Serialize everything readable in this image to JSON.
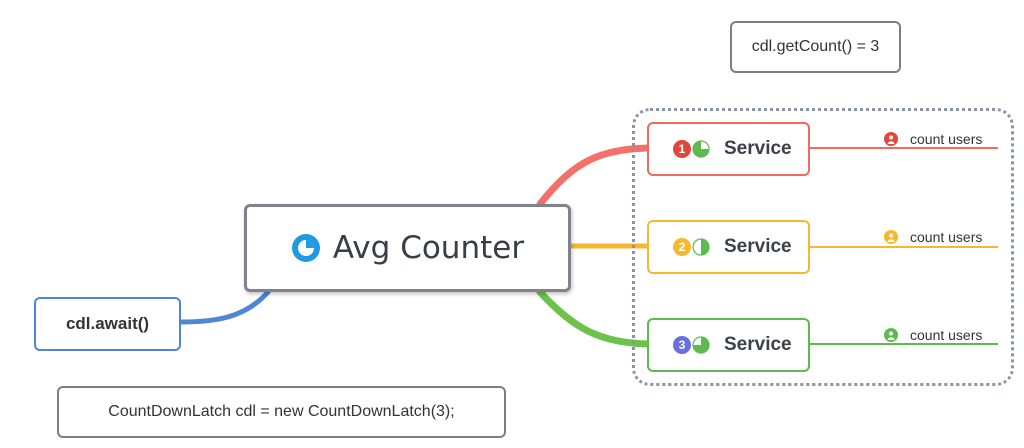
{
  "header_note": "cdl.getCount() = 3",
  "center": {
    "title": "Avg Counter",
    "icon": "pie-chart-icon",
    "icon_color": "#1e9be0"
  },
  "await_label": "cdl.await()",
  "latch_code": "CountDownLatch cdl = new CountDownLatch(3);",
  "services": [
    {
      "number": "1",
      "label": "Service",
      "color": "#ef5b4f",
      "user_text": "count users"
    },
    {
      "number": "2",
      "label": "Service",
      "color": "#f5b82e",
      "user_text": "count users"
    },
    {
      "number": "3",
      "label": "Service",
      "color": "#5cba4e",
      "user_text": "count users"
    }
  ],
  "number_badge_colors": [
    "#e2453c",
    "#f5b82e",
    "#6a6fe0"
  ],
  "pie_fill_fractions": [
    0.25,
    0.5,
    0.75
  ]
}
